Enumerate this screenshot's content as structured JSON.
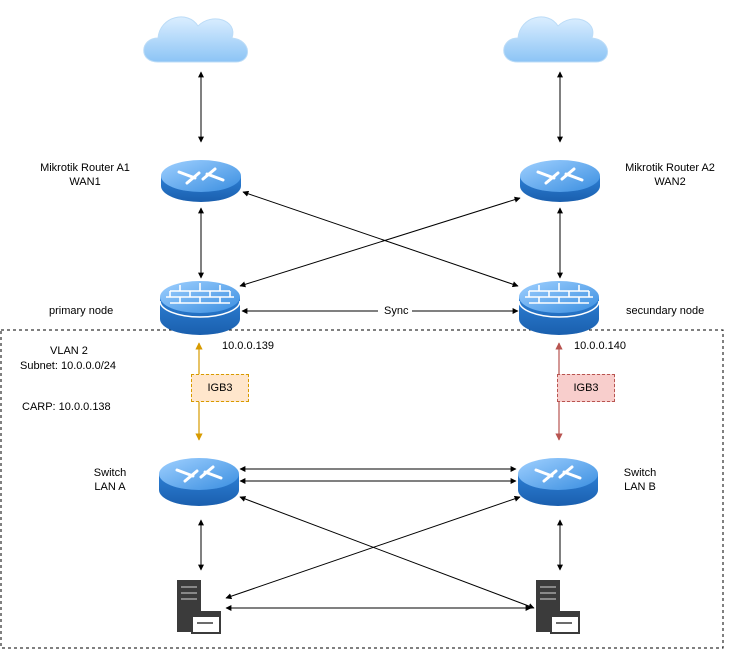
{
  "nodes": {
    "router_a1": {
      "name": "Mikrotik Router A1",
      "sub": "WAN1"
    },
    "router_a2": {
      "name": "Mikrotik Router A2",
      "sub": "WAN2"
    },
    "primary": {
      "label": "primary node",
      "ip": "10.0.0.139"
    },
    "secondary": {
      "label": "secundary node",
      "ip": "10.0.0.140"
    },
    "switch_a": {
      "name": "Switch",
      "sub": "LAN A"
    },
    "switch_b": {
      "name": "Switch",
      "sub": "LAN B"
    }
  },
  "network": {
    "vlan": "VLAN 2",
    "subnet": "Subnet: 10.0.0.0/24",
    "carp": "CARP: 10.0.0.138"
  },
  "links": {
    "sync": "Sync",
    "igb_left": "IGB3",
    "igb_right": "IGB3"
  },
  "colors": {
    "igb_left_fill": "#ffe6cc",
    "igb_left_stroke": "#d79b00",
    "igb_right_fill": "#f8cecc",
    "igb_right_stroke": "#b85450",
    "device_blue": "#3a8ee0"
  }
}
